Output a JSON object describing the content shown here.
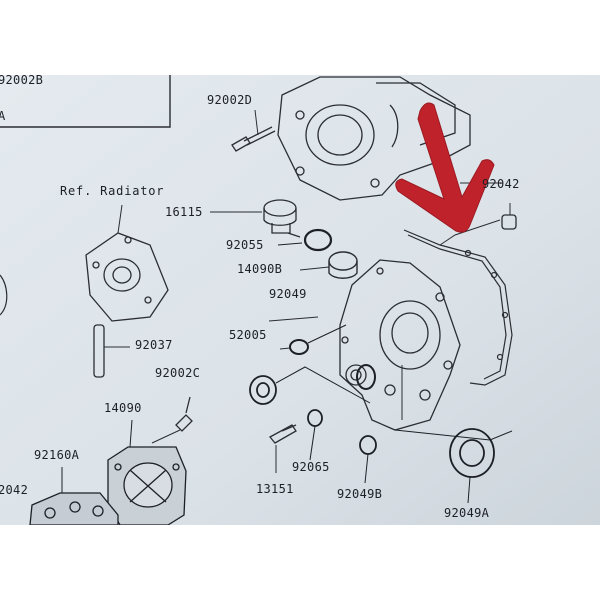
{
  "diagram": {
    "labels": {
      "top_left_partial": "92002B",
      "top_left_letter": "A",
      "part_92002D": "92002D",
      "ref_radiator": "Ref. Radiator",
      "part_16115": "16115",
      "part_92055": "92055",
      "part_14090B": "14090B",
      "part_92049": "92049",
      "part_52005": "52005",
      "part_92037": "92037",
      "part_92002C": "92002C",
      "part_14090": "14090",
      "part_92160A": "92160A",
      "part_2042_left": "2042",
      "part_92042": "92042",
      "part_92065": "92065",
      "part_13151": "13151",
      "part_92049B": "92049B",
      "part_92049A": "92049A"
    },
    "colors": {
      "paper": "#dde4ea",
      "ink": "#1d2027",
      "arrow": "#c0222c"
    },
    "annotation": "red-arrow pointing at gasket 92042"
  }
}
